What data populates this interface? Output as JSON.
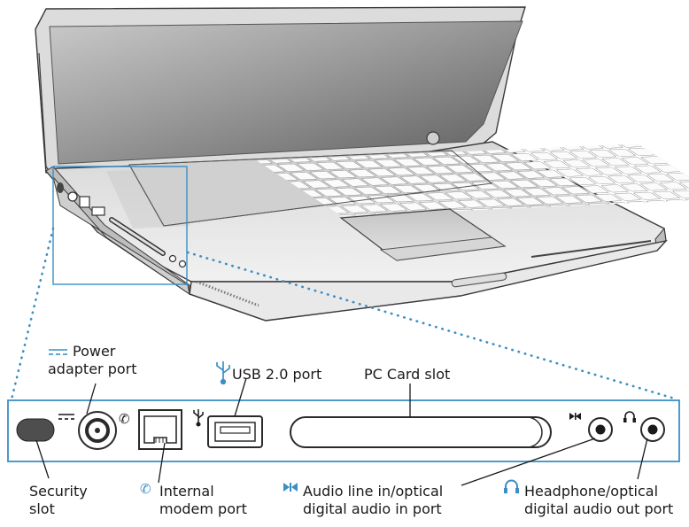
{
  "labels": {
    "power": {
      "line1": "Power",
      "line2": "adapter port"
    },
    "usb": "USB 2.0 port",
    "pccard": "PC Card slot",
    "security": {
      "line1": "Security",
      "line2": "slot"
    },
    "modem": {
      "line1": "Internal",
      "line2": "modem port"
    },
    "audio_in": {
      "line1": "Audio line in/optical",
      "line2": "digital audio in port"
    },
    "headphone": {
      "line1": "Headphone/optical",
      "line2": "digital audio out port"
    }
  },
  "icons": {
    "power": "dc-power-icon",
    "usb": "usb-icon",
    "modem": "phone-icon",
    "audio_in": "audio-in-icon",
    "headphone": "headphone-icon"
  },
  "colors": {
    "accent": "#3a8fc4",
    "outline": "#3a3a3a",
    "laptop_body": "#e6e6e6"
  }
}
